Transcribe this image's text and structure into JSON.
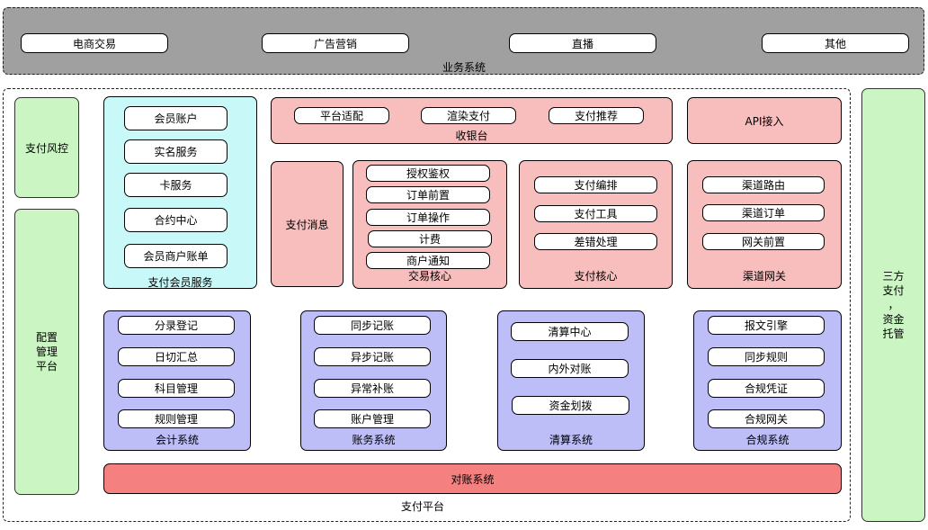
{
  "business": {
    "title": "业务系统",
    "items": [
      "电商交易",
      "广告营销",
      "直播",
      "其他"
    ]
  },
  "platform": {
    "title": "支付平台"
  },
  "left": {
    "risk": "支付风控",
    "config": "配置\n管理\n平台"
  },
  "member": {
    "title": "支付会员服务",
    "items": [
      "会员账户",
      "实名服务",
      "卡服务",
      "合约中心",
      "会员商户账单"
    ]
  },
  "cashier": {
    "title": "收银台",
    "items": [
      "平台适配",
      "渲染支付",
      "支付推荐"
    ]
  },
  "api": {
    "title": "API接入"
  },
  "payment_message": {
    "title": "支付消息"
  },
  "trade_core": {
    "title": "交易核心",
    "items": [
      "授权鉴权",
      "订单前置",
      "订单操作",
      "计费",
      "商户通知"
    ]
  },
  "pay_core": {
    "title": "支付核心",
    "items": [
      "支付编排",
      "支付工具",
      "差错处理"
    ]
  },
  "channel": {
    "title": "渠道网关",
    "items": [
      "渠道路由",
      "渠道订单",
      "网关前置"
    ]
  },
  "accounting": {
    "title": "会计系统",
    "items": [
      "分录登记",
      "日切汇总",
      "科目管理",
      "规则管理"
    ]
  },
  "ledger": {
    "title": "账务系统",
    "items": [
      "同步记账",
      "异步记账",
      "异常补账",
      "账户管理"
    ]
  },
  "clearing": {
    "title": "清算系统",
    "items": [
      "清算中心",
      "内外对账",
      "资金划拨"
    ]
  },
  "compliance": {
    "title": "合规系统",
    "items": [
      "报文引擎",
      "同步规则",
      "合规凭证",
      "合规网关"
    ]
  },
  "reconciliation": {
    "title": "对账系统"
  },
  "third_party": {
    "title": "三方\n支付\n，\n资金\n托管"
  }
}
